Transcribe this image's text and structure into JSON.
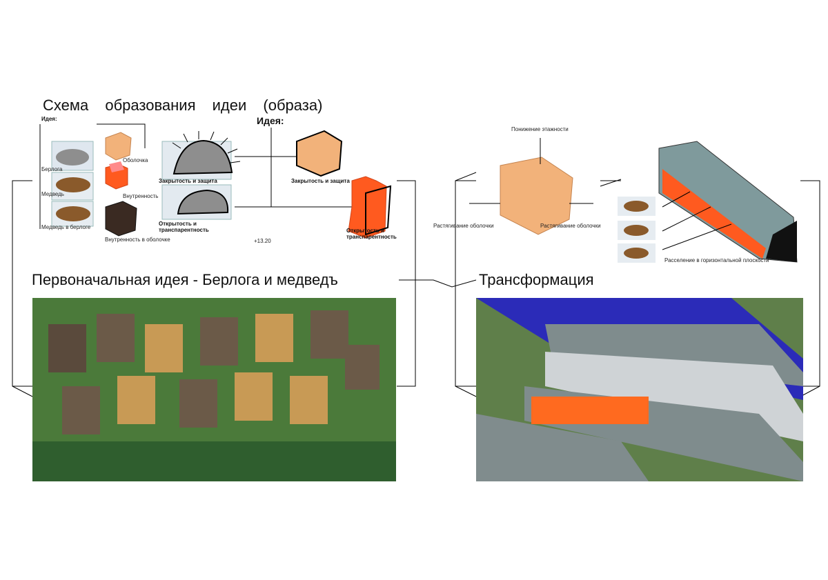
{
  "titles": {
    "scheme": "Схема образования идеи (образа)",
    "initial": "Первоначальная идея - Берлога и медведъ",
    "transform": "Трансформация"
  },
  "left_panel": {
    "idea_heading": "Идея:",
    "items": [
      "Берлога",
      "Медведь",
      "Медведь в берлоге"
    ],
    "shell_label": "Оболочка",
    "inner_label": "Внутренность",
    "inner_in_shell_label": "Внутренность в оболочке"
  },
  "middle_panel": {
    "closed_label": "Закрытость и защита",
    "open_label": "Открытость и транспарентность",
    "level": "+13.20"
  },
  "right_idea": {
    "idea_heading": "Идея:",
    "closed_label": "Закрытость и защита",
    "open_label": "Открытость и транспарентность"
  },
  "transform_panel": {
    "lower_floors": "Понижение этажности",
    "stretch_left": "Растягивание оболочки",
    "stretch_right": "Растягивание оболочки",
    "settle": "Расселение в горизонтальной плоскости"
  },
  "colors": {
    "shell": "#f2b27a",
    "inner": "#ff5a1f",
    "roof": "#7f8c8d",
    "bear": "#8a5a2b"
  }
}
